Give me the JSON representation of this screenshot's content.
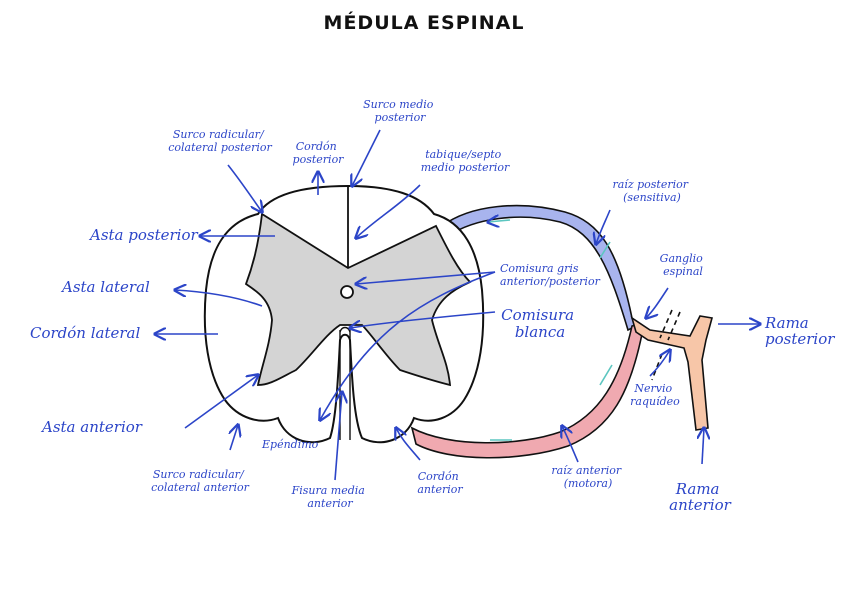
{
  "title": "MÉDULA ESPINAL",
  "colors": {
    "label": "#2c45c8",
    "gray_matter": "#d4d4d4",
    "posterior_root": "#a8b4ee",
    "anterior_root": "#f0a9b0",
    "spinal_nerve": "#f7c6a8",
    "outline": "#111111",
    "flow_arrow": "#5cc6c0"
  },
  "labels": {
    "surco_medio_posterior": [
      "Surco medio",
      "posterior"
    ],
    "surco_radicular_posterior": [
      "Surco radicular/",
      "colateral posterior"
    ],
    "cordon_posterior": [
      "Cordón",
      "posterior"
    ],
    "tabique": [
      "tabique/septo",
      "medio posterior"
    ],
    "raiz_posterior": [
      "raíz posterior",
      "(sensitiva)"
    ],
    "asta_posterior": "Asta posterior",
    "asta_lateral": "Asta lateral",
    "cordon_lateral": "Cordón lateral",
    "comisura_gris": [
      "Comisura gris",
      "anterior/posterior"
    ],
    "comisura_blanca": [
      "Comisura",
      "blanca"
    ],
    "ganglio_espinal": [
      "Ganglio",
      "espinal"
    ],
    "rama_posterior": [
      "Rama",
      "posterior"
    ],
    "nervio_raquideo": [
      "Nervio",
      "raquídeo"
    ],
    "asta_anterior": "Asta anterior",
    "ependimo": "Epéndimo",
    "surco_radicular_anterior": [
      "Surco radicular/",
      "colateral anterior"
    ],
    "fisura_media_anterior": [
      "Fisura media",
      "anterior"
    ],
    "cordon_anterior": [
      "Cordón",
      "anterior"
    ],
    "raiz_anterior": [
      "raíz anterior",
      "(motora)"
    ],
    "rama_anterior": [
      "Rama",
      "anterior"
    ]
  }
}
